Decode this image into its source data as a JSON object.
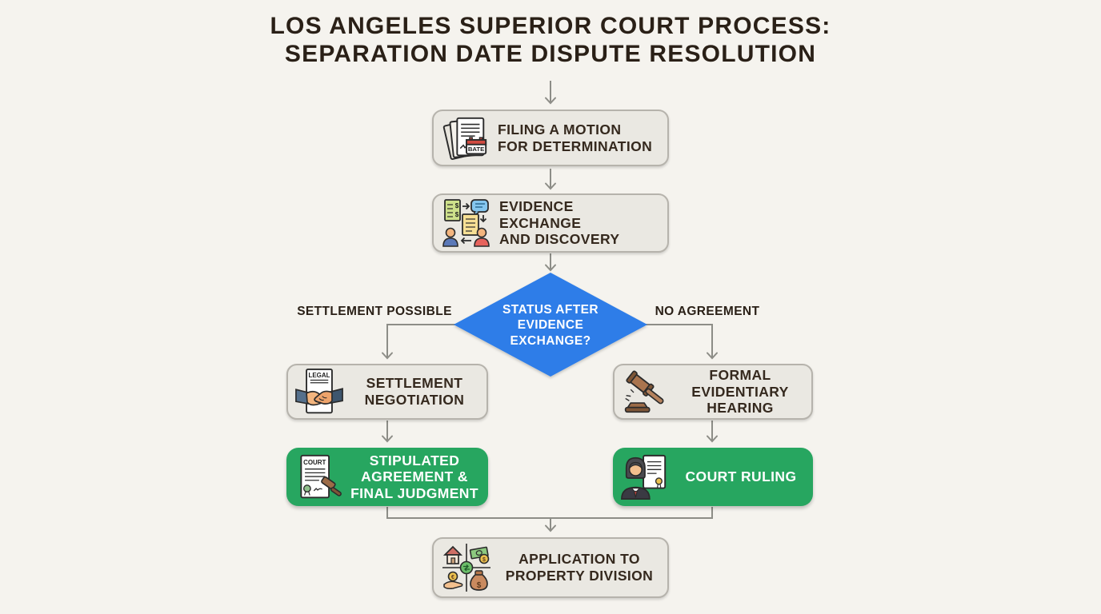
{
  "title": {
    "line1": "LOS ANGELES SUPERIOR COURT PROCESS:",
    "line2": "SEPARATION DATE DISPUTE RESOLUTION"
  },
  "decision": {
    "label": "STATUS AFTER\nEVIDENCE\nEXCHANGE?",
    "branch_left": "SETTLEMENT POSSIBLE",
    "branch_right": "NO AGREEMENT"
  },
  "nodes": {
    "filing": {
      "label": "FILING A MOTION\nFOR DETERMINATION",
      "icon": "documents-with-date-stamp"
    },
    "evidence": {
      "label": "EVIDENCE EXCHANGE\nAND DISCOVERY",
      "icon": "documents-people-exchange"
    },
    "settlement": {
      "label": "SETTLEMENT\nNEGOTIATION",
      "icon": "handshake-over-legal-document"
    },
    "hearing": {
      "label": "FORMAL\nEVIDENTIARY\nHEARING",
      "icon": "gavel-sound-block"
    },
    "stipulated": {
      "label": "STIPULATED\nAGREEMENT &\nFINAL JUDGMENT",
      "icon": "court-document-seal-gavel"
    },
    "ruling": {
      "label": "COURT RULING",
      "icon": "judge-with-document"
    },
    "property": {
      "label": "APPLICATION TO\nPROPERTY DIVISION",
      "icon": "property-money-division-quadrants"
    }
  },
  "icon_text": {
    "filing_calendar": "BATE",
    "settlement_doc": "LEGAL",
    "stipulated_doc": "COURT",
    "coin_dollar": "$",
    "coin_euro": "€",
    "bag_dollar": "$"
  },
  "colors": {
    "background": "#f5f3ee",
    "node_fill": "#eae8e2",
    "node_border": "#b6b3ac",
    "decision_fill": "#2d7de8",
    "success_fill": "#27a660",
    "connector": "#8d8d87",
    "title_text": "#2a2017",
    "node_text": "#35291e"
  }
}
